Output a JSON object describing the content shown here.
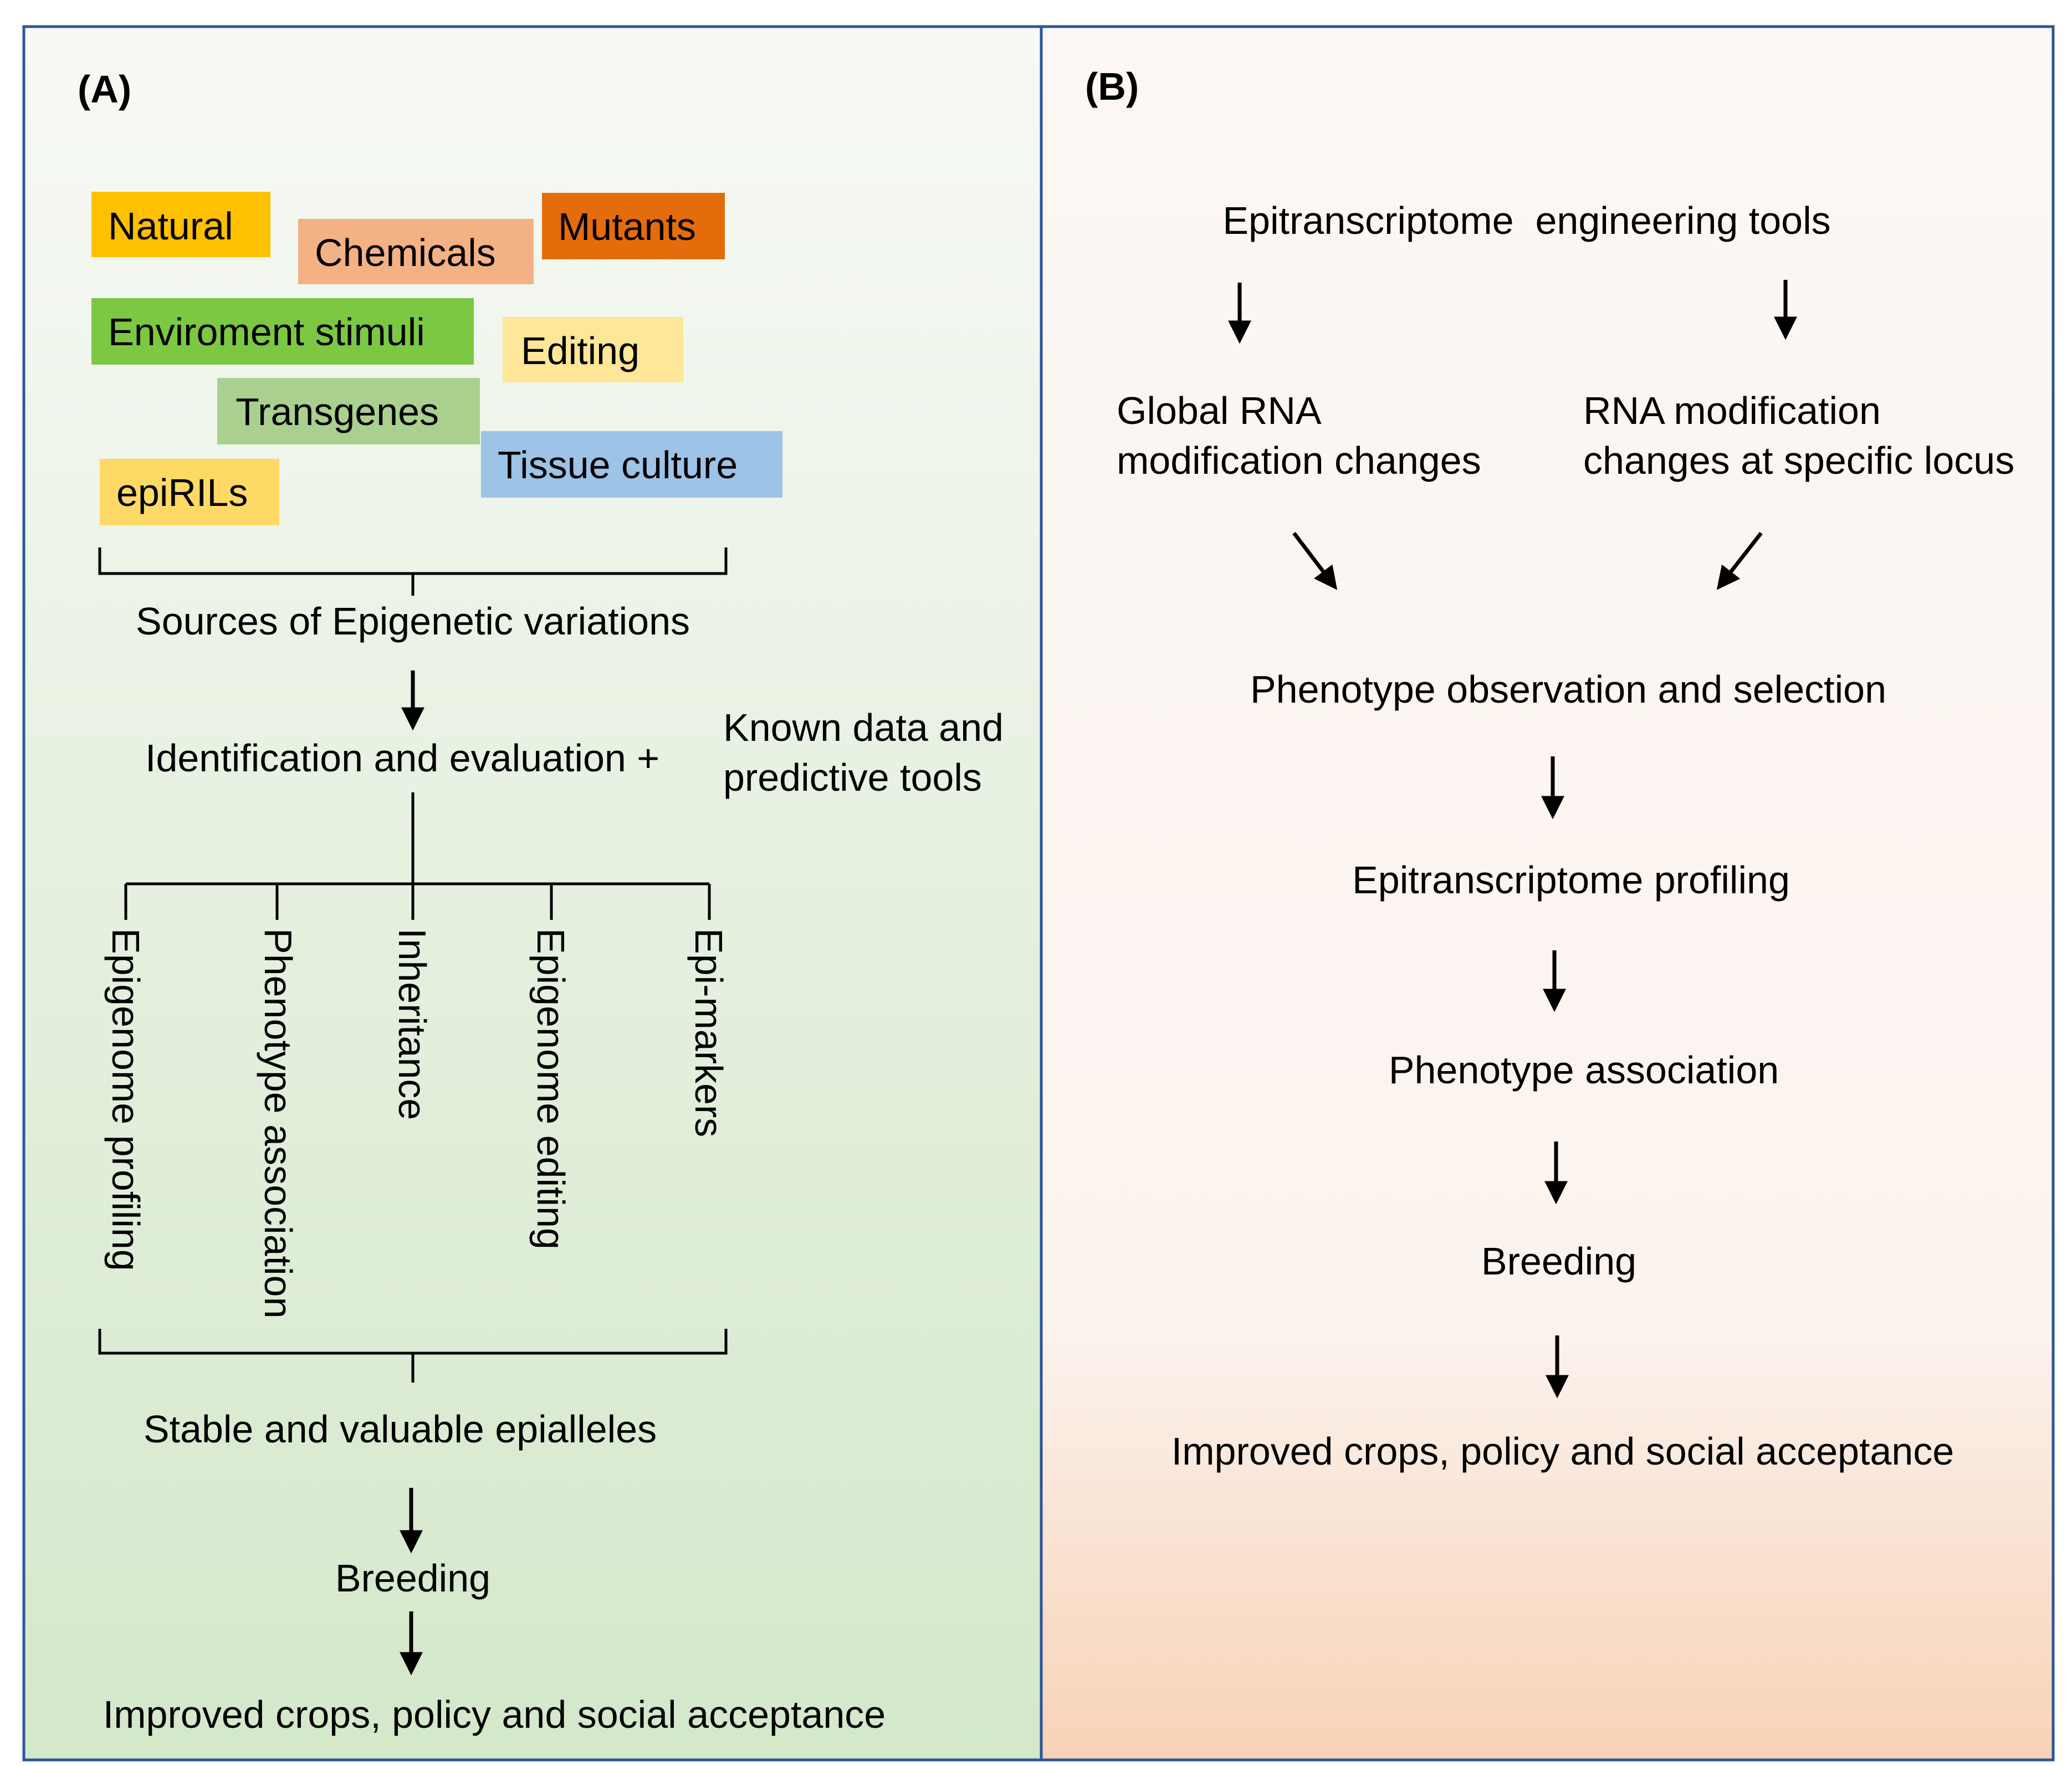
{
  "panelA": {
    "label": "(A)",
    "sources": [
      {
        "text": "Natural",
        "color": "#FFC000"
      },
      {
        "text": "Chemicals",
        "color": "#F4B183"
      },
      {
        "text": "Mutants",
        "color": "#E46C0A"
      },
      {
        "text": "Enviroment stimuli",
        "color": "#7CC842"
      },
      {
        "text": "Editing",
        "color": "#FFE699"
      },
      {
        "text": "Transgenes",
        "color": "#A9D08E"
      },
      {
        "text": "Tissue culture",
        "color": "#9DC3E6"
      },
      {
        "text": "epiRILs",
        "color": "#FFD966"
      }
    ],
    "sources_caption": "Sources of Epigenetic variations",
    "identification": "Identification and evaluation +",
    "known_data": [
      "Known data and",
      "predictive tools"
    ],
    "branches": [
      "Epigenome profiling",
      "Phenotype association",
      "Inheritance",
      "Epigenome editing",
      "Epi-markers"
    ],
    "stable": "Stable and valuable epialleles",
    "breeding": "Breeding",
    "improved": "Improved crops, policy and social acceptance",
    "colors": {
      "top": "#F7F9F5",
      "bottom": "#D4E8CA"
    }
  },
  "panelB": {
    "label": "(B)",
    "tools": "Epitranscriptome  engineering tools",
    "global": [
      "Global RNA",
      "modification changes"
    ],
    "specific": [
      "RNA modification",
      "changes at specific locus"
    ],
    "phenotype_selection": "Phenotype observation and selection",
    "profiling": "Epitranscriptome profiling",
    "association": "Phenotype association",
    "breeding": "Breeding",
    "improved": "Improved crops, policy and social acceptance",
    "colors": {
      "top": "#FDF8F5",
      "bottom": "#F8D2B6"
    }
  },
  "border_color": "#2F5597"
}
